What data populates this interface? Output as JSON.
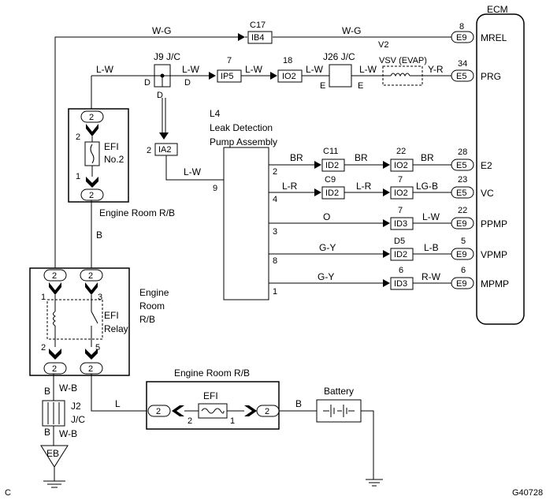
{
  "ecm": {
    "title": "ECM"
  },
  "ecm_pins": [
    {
      "num": "8",
      "conn": "E9",
      "name": "MREL"
    },
    {
      "num": "34",
      "conn": "E5",
      "name": "PRG"
    },
    {
      "num": "28",
      "conn": "E5",
      "name": "E2"
    },
    {
      "num": "23",
      "conn": "E5",
      "name": "VC"
    },
    {
      "num": "22",
      "conn": "E9",
      "name": "PPMP"
    },
    {
      "num": "5",
      "conn": "E9",
      "name": "VPMP"
    },
    {
      "num": "6",
      "conn": "E9",
      "name": "MPMP"
    }
  ],
  "top_line": {
    "wire1": "W-G",
    "conn_label": "C17",
    "conn": "IB4",
    "wire2": "W-G"
  },
  "vsv": {
    "label": "V2",
    "name": "VSV (EVAP)",
    "wire_out": "Y-R"
  },
  "j9": {
    "title": "J9 J/C",
    "pin_left": "D",
    "pin_right": "D",
    "pin_bottom": "D",
    "wire_in": "L-W",
    "wire_out": "L-W"
  },
  "ip5": {
    "num": "7",
    "conn": "IP5",
    "wire": "L-W"
  },
  "io2_top": {
    "num": "18",
    "conn": "IO2",
    "wire": "L-W"
  },
  "j26": {
    "title": "J26 J/C",
    "pin_left": "E",
    "pin_right": "E",
    "wire": "L-W"
  },
  "ia2": {
    "num": "2",
    "conn": "IA2",
    "wire": "L-W"
  },
  "pump": {
    "ref": "L4",
    "line1": "Leak Detection",
    "line2": "Pump Assembly",
    "pin9": "9"
  },
  "pump_rows": [
    {
      "pin": "2",
      "w1": "BR",
      "c1_label": "C11",
      "c1": "ID2",
      "w2": "BR",
      "c2_label": "22",
      "c2": "IO2",
      "w3": "BR"
    },
    {
      "pin": "4",
      "w1": "L-R",
      "c1_label": "C9",
      "c1": "ID2",
      "w2": "L-R",
      "c2_label": "7",
      "c2": "IO2",
      "w3": "LG-B"
    },
    {
      "pin": "3",
      "w1": "O",
      "c1_label": "7",
      "c1": "ID3",
      "w2": "L-W",
      "c2_label": "",
      "c2": "",
      "w3": ""
    },
    {
      "pin": "8",
      "w1": "G-Y",
      "c1_label": "D5",
      "c1": "ID2",
      "w2": "L-B",
      "c2_label": "",
      "c2": "",
      "w3": ""
    },
    {
      "pin": "1",
      "w1": "G-Y",
      "c1_label": "6",
      "c1": "ID3",
      "w2": "R-W",
      "c2_label": "",
      "c2": "",
      "w3": ""
    }
  ],
  "efi_no2": {
    "pin_top": "2",
    "pin_top_in": "2",
    "name1": "EFI",
    "name2": "No.2",
    "pin_bot_in": "1",
    "pin_bot": "2",
    "box_label": "Engine Room R/B",
    "wire_below": "B"
  },
  "efi_relay": {
    "pin_tl": "2",
    "pin_tr": "2",
    "pin_1": "1",
    "pin_3": "3",
    "pin_2": "2",
    "pin_5": "5",
    "pin_bl": "2",
    "pin_br": "2",
    "name1": "EFI",
    "name2": "Relay",
    "box_label1": "Engine",
    "box_label2": "Room",
    "box_label3": "R/B"
  },
  "j2": {
    "title": "J2",
    "sub": "J/C",
    "pin_top": "B",
    "pin_bot": "B",
    "wire_top": "W-B",
    "wire_bot": "W-B"
  },
  "ground": {
    "label": "EB"
  },
  "efi_fuse_box": {
    "title": "Engine Room R/B",
    "wire_in": "L",
    "pin_left": "2",
    "pin_left_in": "2",
    "fuse": "EFI",
    "pin_right_in": "1",
    "pin_right": "2",
    "wire_out": "B"
  },
  "battery": {
    "label": "Battery"
  },
  "corner": {
    "left": "C",
    "right": "G40728"
  }
}
